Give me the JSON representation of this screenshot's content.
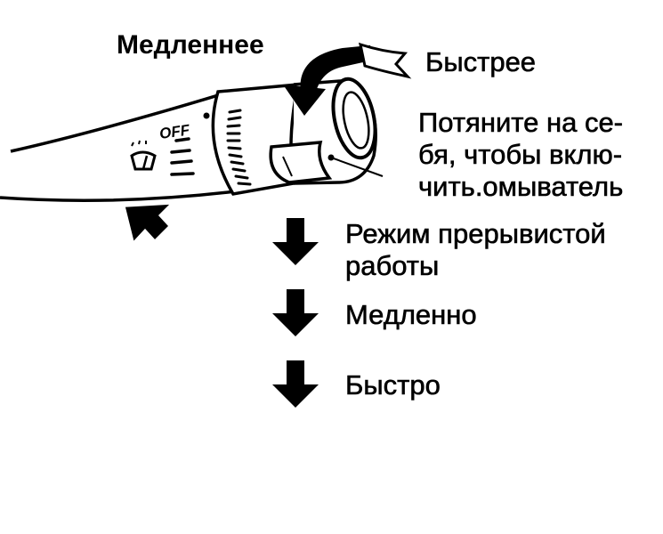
{
  "labels": {
    "slower": "Медленнее",
    "faster": "Быстрее",
    "pull_line1": "Потяните на се-",
    "pull_line2": "бя, чтобы вклю-",
    "pull_line3": "чить.омыватель",
    "intermittent_line1": "Режим прерывистой",
    "intermittent_line2": "работы",
    "slow": "Медленно",
    "fast": "Быстро"
  },
  "stalk": {
    "off_marking": "OFF"
  },
  "colors": {
    "ink": "#000000",
    "paper": "#ffffff"
  },
  "icons": {
    "wiper": "wiper-icon",
    "down_arrow": "down-arrow-icon",
    "rotate_arrow": "curved-arrow-icon",
    "pull_arrow": "pull-arrow-icon"
  }
}
